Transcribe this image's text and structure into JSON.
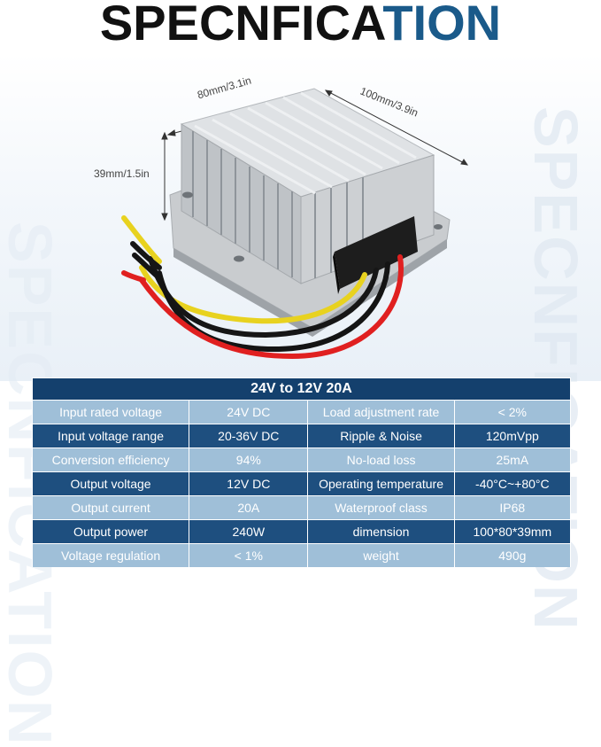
{
  "title": {
    "part1": "SPECNFICA",
    "part2": "TION"
  },
  "watermark": "SPECNFICATION",
  "dimensions": {
    "width": "80mm/3.1in",
    "depth": "100mm/3.9in",
    "height": "39mm/1.5in"
  },
  "table": {
    "header": "24V to 12V 20A",
    "rows": [
      {
        "k1": "Input rated voltage",
        "v1": "24V DC",
        "k2": "Load adjustment rate",
        "v2": "< 2%"
      },
      {
        "k1": "Input voltage range",
        "v1": "20-36V DC",
        "k2": "Ripple & Noise",
        "v2": "120mVpp"
      },
      {
        "k1": "Conversion efficiency",
        "v1": "94%",
        "k2": "No-load loss",
        "v2": "25mA"
      },
      {
        "k1": "Output voltage",
        "v1": "12V DC",
        "k2": "Operating temperature",
        "v2": "-40°C~+80°C"
      },
      {
        "k1": "Output current",
        "v1": "20A",
        "k2": "Waterproof class",
        "v2": "IP68"
      },
      {
        "k1": "Output power",
        "v1": "240W",
        "k2": "dimension",
        "v2": "100*80*39mm"
      },
      {
        "k1": "Voltage regulation",
        "v1": "< 1%",
        "k2": "weight",
        "v2": "490g"
      }
    ]
  },
  "colors": {
    "title_accent": "#1a5a8a",
    "header_bg": "#14406d",
    "row_dark": "#1e4f7f",
    "row_light": "#9fbfd8"
  }
}
